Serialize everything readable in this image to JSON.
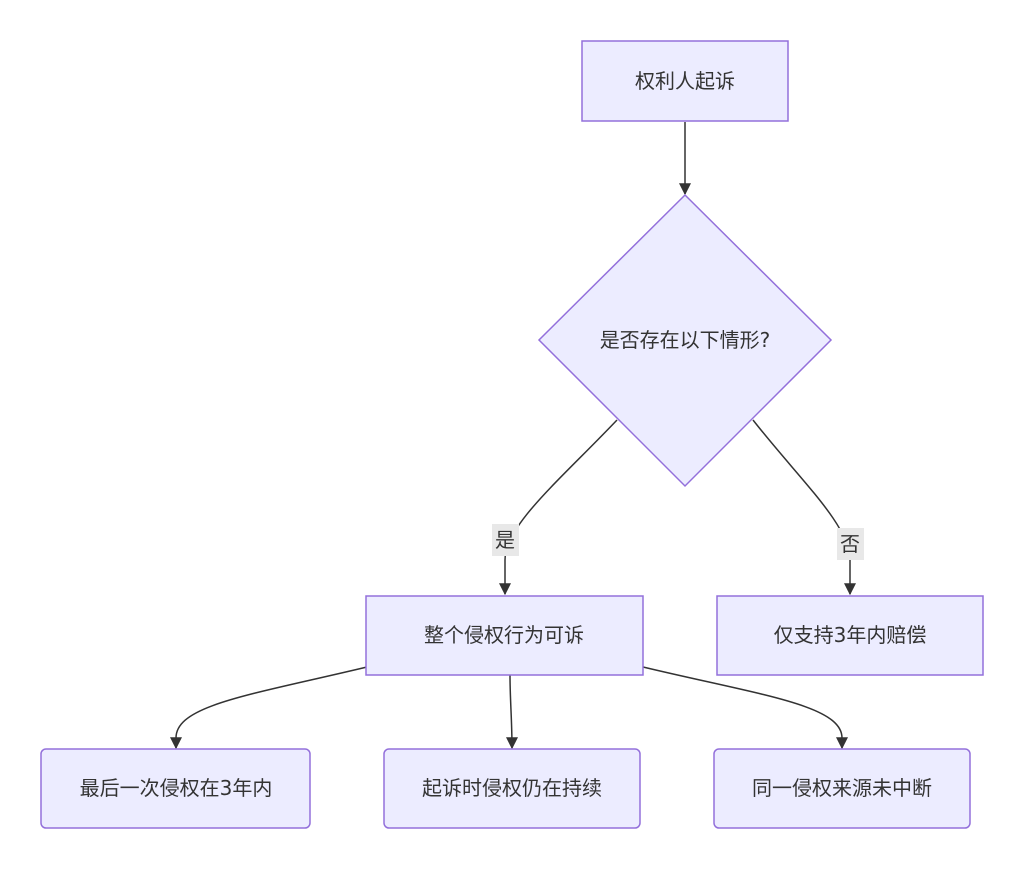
{
  "nodes": {
    "plaintiff_sues": "权利人起诉",
    "decision": "是否存在以下情形?",
    "whole_infringement": "整个侵权行为可诉",
    "three_year_only": "仅支持3年内赔偿",
    "last_within_3y": "最后一次侵权在3年内",
    "continuing_at_suit": "起诉时侵权仍在持续",
    "same_source": "同一侵权来源未中断"
  },
  "edges": {
    "yes_label": "是",
    "no_label": "否"
  },
  "colors": {
    "node_fill": "#ECECFF",
    "node_stroke": "#9370DB",
    "edge": "#333333",
    "label_bg": "#E8E8E8"
  }
}
